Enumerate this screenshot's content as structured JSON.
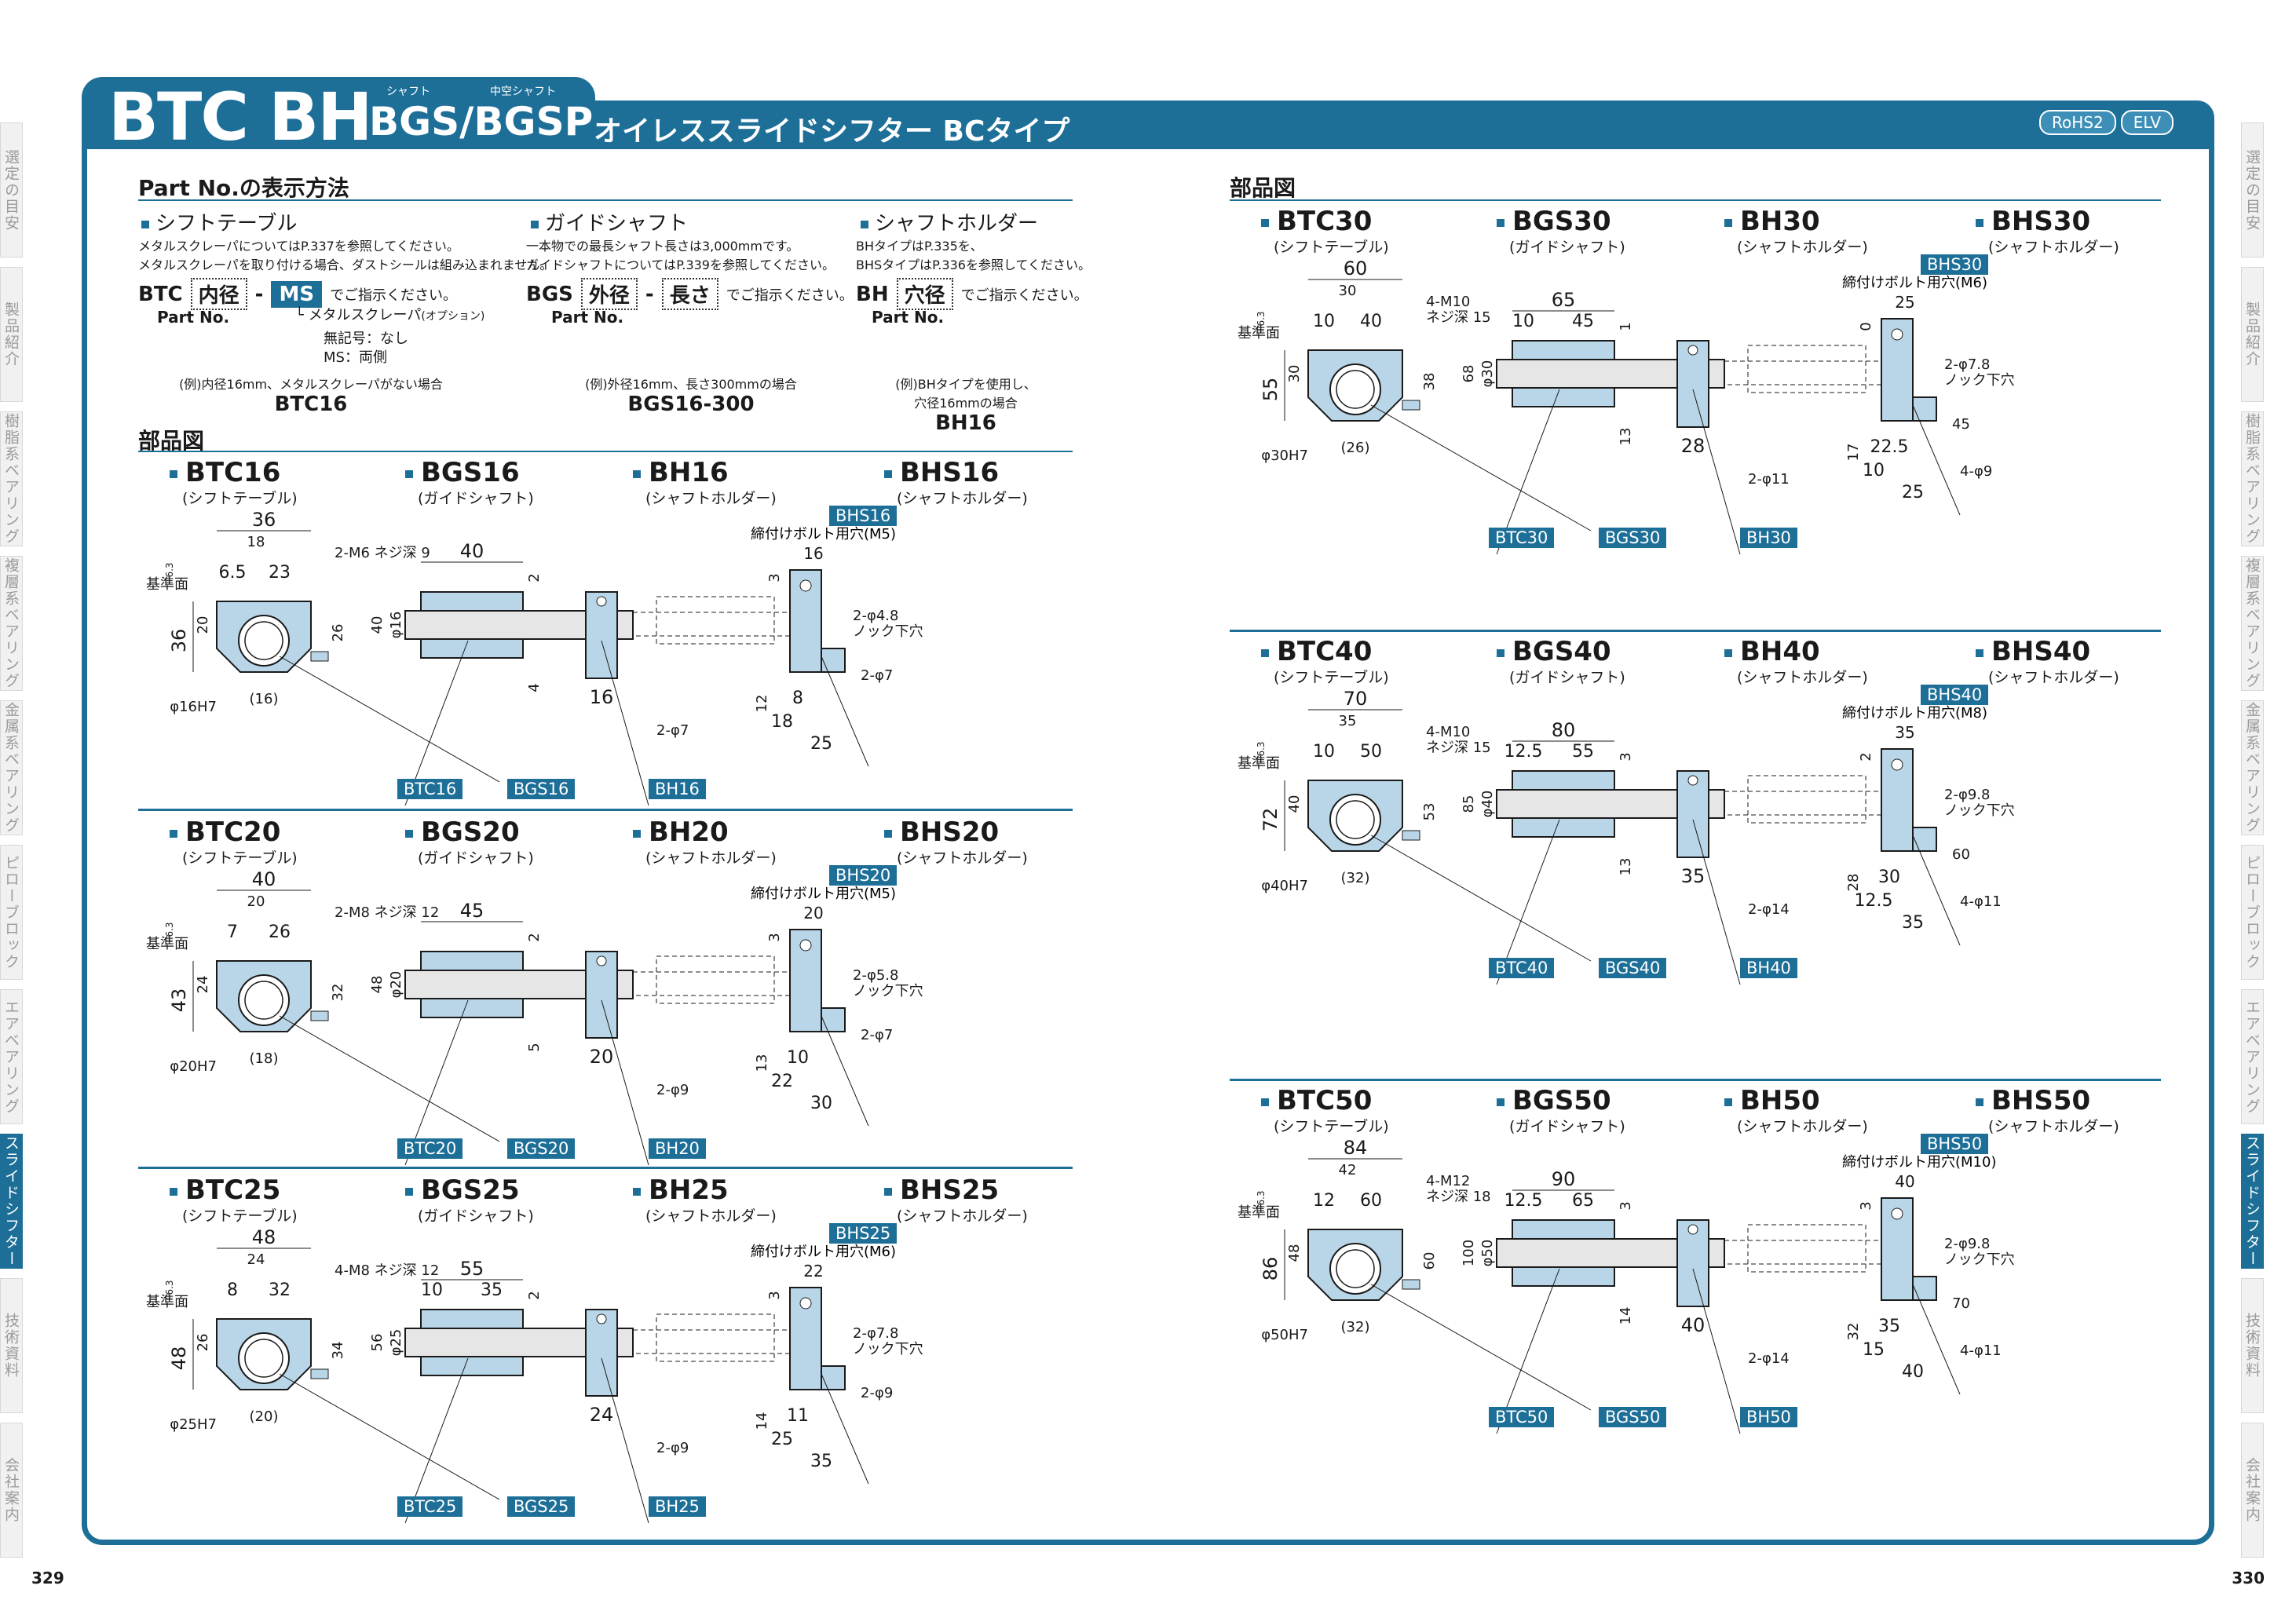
{
  "header": {
    "series_main": "BTC BH",
    "series_sub": "BGS/BGSP",
    "ruby_shaft": "シャフト",
    "ruby_hollow": "中空シャフト",
    "product_name": "オイレススライドシフター BCタイプ",
    "badges": [
      "RoHS2",
      "ELV"
    ]
  },
  "side_tabs": [
    "選定の目安",
    "製品紹介",
    "樹脂系ベアリング",
    "複層系ベアリング",
    "金属系ベアリング",
    "ピローブロック",
    "エアベアリング",
    "スライドシフター",
    "技術資料",
    "会社案内"
  ],
  "active_tab": "スライドシフター",
  "page_numbers": {
    "left": "329",
    "right": "330"
  },
  "part_no": {
    "heading": "Part No.の表示方法",
    "shift_table": {
      "title": "シフトテーブル",
      "notes": [
        "メタルスクレーパについてはP.337を参照してください。",
        "メタルスクレーパを取り付ける場合、ダストシールは組み込まれません。"
      ],
      "code": "BTC",
      "box1": "内径",
      "box2": "MS",
      "tail": "でご指示ください。",
      "label": "Part No.",
      "option_label": "メタルスクレーパ",
      "option_note": "(オプション)",
      "opt1": "無記号：なし",
      "opt2": "MS：両側",
      "example_text": "(例)内径16mm、メタルスクレーパがない場合",
      "example_code": "BTC16"
    },
    "guide_shaft": {
      "title": "ガイドシャフト",
      "notes": [
        "一本物での最長シャフト長さは3,000mmです。",
        "ガイドシャフトについてはP.339を参照してください。"
      ],
      "code": "BGS",
      "box1": "外径",
      "box2": "長さ",
      "tail": "でご指示ください。",
      "label": "Part No.",
      "example_text": "(例)外径16mm、長さ300mmの場合",
      "example_code": "BGS16-300"
    },
    "shaft_holder": {
      "title": "シャフトホルダー",
      "notes": [
        "BHタイプはP.335を、",
        "BHSタイプはP.336を参照してください。"
      ],
      "code": "BH",
      "box1": "穴径",
      "tail": "でご指示ください。",
      "label": "Part No.",
      "example_text1": "(例)BHタイプを使用し、",
      "example_text2": "穴径16mmの場合",
      "example_code": "BH16"
    }
  },
  "parts_heading": "部品図",
  "labels": {
    "shift_table": "(シフトテーブル)",
    "guide_shaft": "(ガイドシャフト)",
    "shaft_holder": "(シャフトホルダー)",
    "datum": "基準面",
    "bolt_hole": "締付けボルト用穴"
  },
  "groups": [
    {
      "btc": "BTC16",
      "bgs": "BGS16",
      "bh": "BH16",
      "bhs": "BHS16",
      "btc_dims": {
        "w": "36",
        "half": "18",
        "a": "6.5",
        "b": "23",
        "h": "36",
        "c": "20",
        "side": "26",
        "tap": "2-M6 ネジ深 9",
        "bore": "φ16H7",
        "ref": "(16)",
        "r": "6.3"
      },
      "bgs_dims": {
        "len": "40",
        "h": "40",
        "d": "φ16",
        "gap": "2",
        "low": "4"
      },
      "bh_dims": {
        "w": "16",
        "hole": "2-φ7"
      },
      "bhs_dims": {
        "bolt": "(M5)",
        "a": "16",
        "b": "3",
        "hole": "2-φ4.8",
        "ream": "ノック下穴",
        "c": "12",
        "d": "8",
        "e": "18",
        "f": "25",
        "g": "2-φ7"
      }
    },
    {
      "btc": "BTC20",
      "bgs": "BGS20",
      "bh": "BH20",
      "bhs": "BHS20",
      "btc_dims": {
        "w": "40",
        "half": "20",
        "a": "7",
        "b": "26",
        "h": "43",
        "c": "24",
        "side": "32",
        "tap": "2-M8 ネジ深 12",
        "bore": "φ20H7",
        "ref": "(18)",
        "r": "6.3"
      },
      "bgs_dims": {
        "len": "45",
        "h": "48",
        "d": "φ20",
        "gap": "2",
        "low": "5"
      },
      "bh_dims": {
        "w": "20",
        "hole": "2-φ9"
      },
      "bhs_dims": {
        "bolt": "(M5)",
        "a": "20",
        "b": "3",
        "hole": "2-φ5.8",
        "ream": "ノック下穴",
        "c": "13",
        "d": "10",
        "e": "22",
        "f": "30",
        "g": "2-φ7"
      }
    },
    {
      "btc": "BTC25",
      "bgs": "BGS25",
      "bh": "BH25",
      "bhs": "BHS25",
      "btc_dims": {
        "w": "48",
        "half": "24",
        "a": "8",
        "b": "32",
        "h": "48",
        "c": "26",
        "side": "34",
        "tap": "4-M8 ネジ深 12",
        "bore": "φ25H7",
        "ref": "(20)",
        "r": "6.3"
      },
      "bgs_dims": {
        "len": "55",
        "sub1": "10",
        "sub2": "35",
        "h": "56",
        "d": "φ25",
        "gap": "2"
      },
      "bh_dims": {
        "w": "24",
        "hole": "2-φ9"
      },
      "bhs_dims": {
        "bolt": "(M6)",
        "a": "22",
        "b": "3",
        "hole": "2-φ7.8",
        "ream": "ノック下穴",
        "c": "14",
        "d": "11",
        "e": "25",
        "f": "35",
        "g": "2-φ9"
      }
    },
    {
      "btc": "BTC30",
      "bgs": "BGS30",
      "bh": "BH30",
      "bhs": "BHS30",
      "btc_dims": {
        "w": "60",
        "half": "30",
        "a": "10",
        "b": "40",
        "h": "55",
        "c": "30",
        "side": "38",
        "tap": "4-M10",
        "tap2": "ネジ深 15",
        "bore": "φ30H7",
        "ref": "(26)",
        "r": "6.3"
      },
      "bgs_dims": {
        "len": "65",
        "sub1": "10",
        "sub2": "45",
        "h": "68",
        "d": "φ30",
        "gap": "1",
        "low": "13"
      },
      "bh_dims": {
        "w": "28",
        "hole": "2-φ11"
      },
      "bhs_dims": {
        "bolt": "(M6)",
        "a": "25",
        "b": "0",
        "hole": "2-φ7.8",
        "ream": "ノック下穴",
        "c": "17",
        "d": "22.5",
        "e": "10",
        "f": "25",
        "g": "45",
        "h": "4-φ9"
      }
    },
    {
      "btc": "BTC40",
      "bgs": "BGS40",
      "bh": "BH40",
      "bhs": "BHS40",
      "btc_dims": {
        "w": "70",
        "half": "35",
        "a": "10",
        "b": "50",
        "h": "72",
        "c": "40",
        "side": "53",
        "tap": "4-M10",
        "tap2": "ネジ深 15",
        "bore": "φ40H7",
        "ref": "(32)",
        "r": "6.3"
      },
      "bgs_dims": {
        "len": "80",
        "sub1": "12.5",
        "sub2": "55",
        "h": "85",
        "d": "φ40",
        "gap": "3",
        "low": "13"
      },
      "bh_dims": {
        "w": "35",
        "hole": "2-φ14"
      },
      "bhs_dims": {
        "bolt": "(M8)",
        "a": "35",
        "b": "2",
        "hole": "2-φ9.8",
        "ream": "ノック下穴",
        "c": "28",
        "d": "30",
        "e": "12.5",
        "f": "35",
        "g": "60",
        "h": "4-φ11"
      }
    },
    {
      "btc": "BTC50",
      "bgs": "BGS50",
      "bh": "BH50",
      "bhs": "BHS50",
      "btc_dims": {
        "w": "84",
        "half": "42",
        "a": "12",
        "b": "60",
        "h": "86",
        "c": "48",
        "side": "60",
        "tap": "4-M12",
        "tap2": "ネジ深 18",
        "bore": "φ50H7",
        "ref": "(32)",
        "r": "6.3"
      },
      "bgs_dims": {
        "len": "90",
        "sub1": "12.5",
        "sub2": "65",
        "h": "100",
        "d": "φ50",
        "gap": "3",
        "low": "14"
      },
      "bh_dims": {
        "w": "40",
        "hole": "2-φ14"
      },
      "bhs_dims": {
        "bolt": "(M10)",
        "a": "40",
        "b": "3",
        "hole": "2-φ9.8",
        "ream": "ノック下穴",
        "c": "32",
        "d": "35",
        "e": "15",
        "f": "40",
        "g": "70",
        "h": "4-φ11"
      }
    }
  ]
}
